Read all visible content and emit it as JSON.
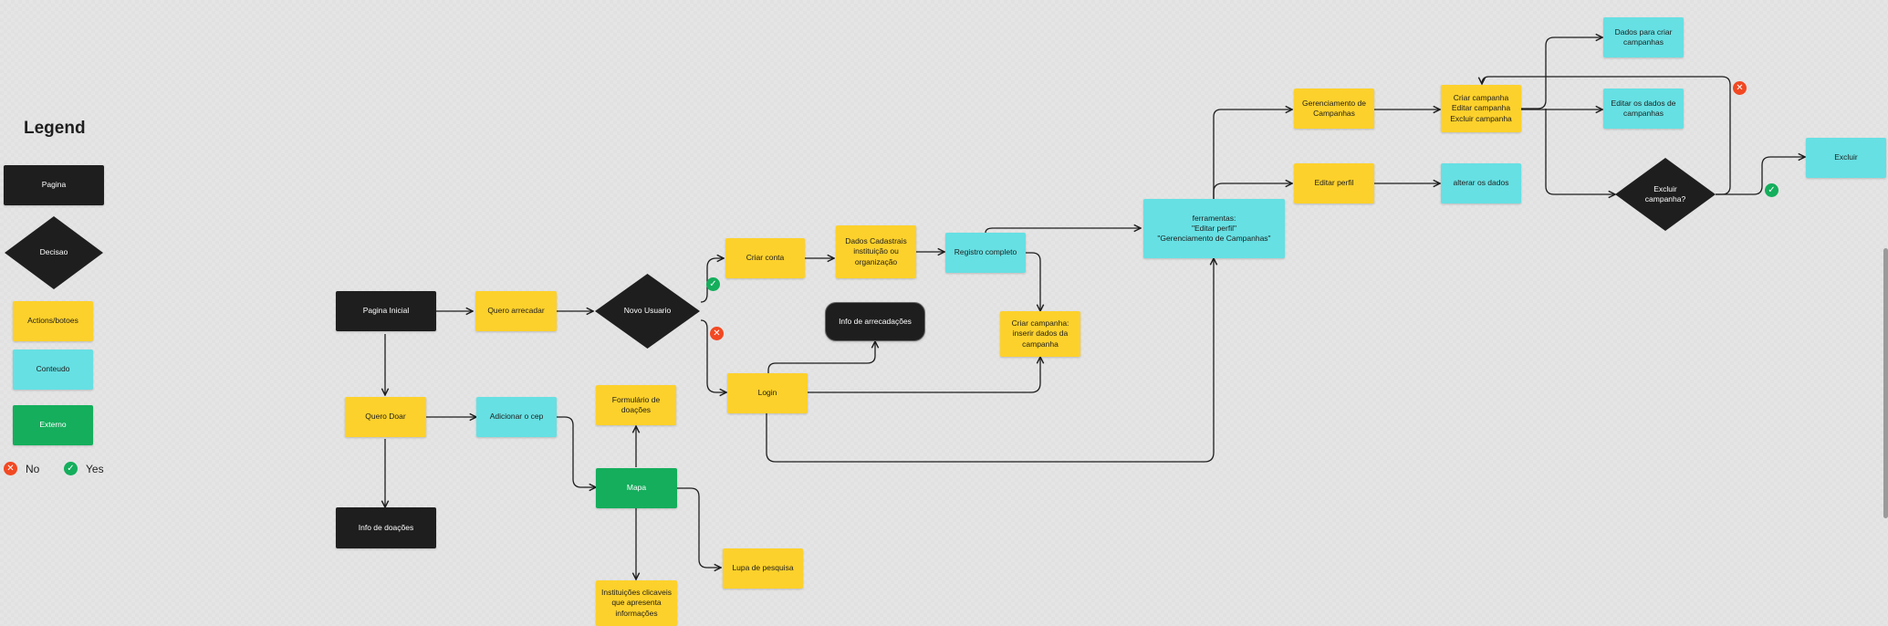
{
  "legend": {
    "title": "Legend",
    "pagina": "Pagina",
    "decisao": "Decisao",
    "actions": "Actions/botoes",
    "conteudo": "Conteudo",
    "externo": "Externo",
    "no": "No",
    "yes": "Yes"
  },
  "nodes": {
    "pagina_inicial": "Pagina Inicial",
    "quero_arrecadar": "Quero arrecadar",
    "novo_usuario": "Novo Usuario",
    "criar_conta": "Criar conta",
    "dados_cadastrais": "Dados Cadastrais\ninstituição ou\norganização",
    "registro_completo": "Registro completo",
    "ferramentas": "ferramentas:\n\"Editar perfil\"\n\"Gerenciamento de Campanhas\"",
    "gerenciamento": "Gerenciamento de\nCampanhas",
    "editar_perfil": "Editar perfil",
    "acoes_campanha": "Criar campanha\nEditar campanha\nExcluir campanha",
    "alterar_dados": "alterar os dados",
    "dados_criar": "Dados para criar\ncampanhas",
    "editar_dados": "Editar os dados de\ncampanhas",
    "excluir_campanha": "Excluir\ncampanha?",
    "excluir": "Excluir",
    "info_arrecadacoes": "Info de arrecadações",
    "login": "Login",
    "criar_campanha": "Criar campanha:\ninserir dados da\ncampanha",
    "quero_doar": "Quero Doar",
    "adicionar_cep": "Adicionar o cep",
    "formulario": "Formulário de\ndoações",
    "mapa": "Mapa",
    "lupa": "Lupa de pesquisa",
    "instituicoes": "Instituições clicaveis\nque apresenta\ninformações",
    "info_doacoes": "Info de doações"
  },
  "colors": {
    "pagina": "#1e1e1e",
    "actions": "#fdd12b",
    "conteudo": "#66e0e3",
    "externo": "#14ae5c",
    "no": "#f24822",
    "yes": "#14ae5c"
  }
}
